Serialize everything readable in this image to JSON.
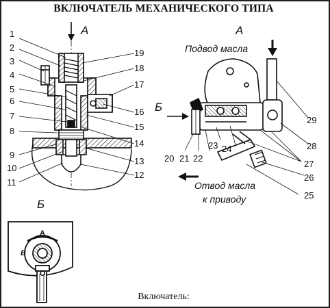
{
  "title": "ВКЛЮЧАТЕЛЬ МЕХАНИЧЕСКОГО ТИПА",
  "caption": "Включатель:",
  "view_labels": {
    "arrow_a_left": "А",
    "arrow_a_right": "А",
    "arrow_b": "Б",
    "view_b": "Б"
  },
  "annotations": {
    "oil_supply": "Подвод масла",
    "oil_drain_line1": "Отвод масла",
    "oil_drain_line2": "к приводу"
  },
  "part_numbers_left": [
    "1",
    "2",
    "3",
    "4",
    "5",
    "6",
    "7",
    "8",
    "9",
    "10",
    "11"
  ],
  "part_numbers_right_col": [
    "19",
    "18",
    "17",
    "16",
    "15",
    "14",
    "13",
    "12"
  ],
  "part_numbers_view_a": [
    "20",
    "21",
    "22",
    "23",
    "24",
    "29",
    "28",
    "27",
    "26",
    "25"
  ],
  "dial_marks": {
    "top": "А",
    "left": "В",
    "bottom": "О"
  }
}
